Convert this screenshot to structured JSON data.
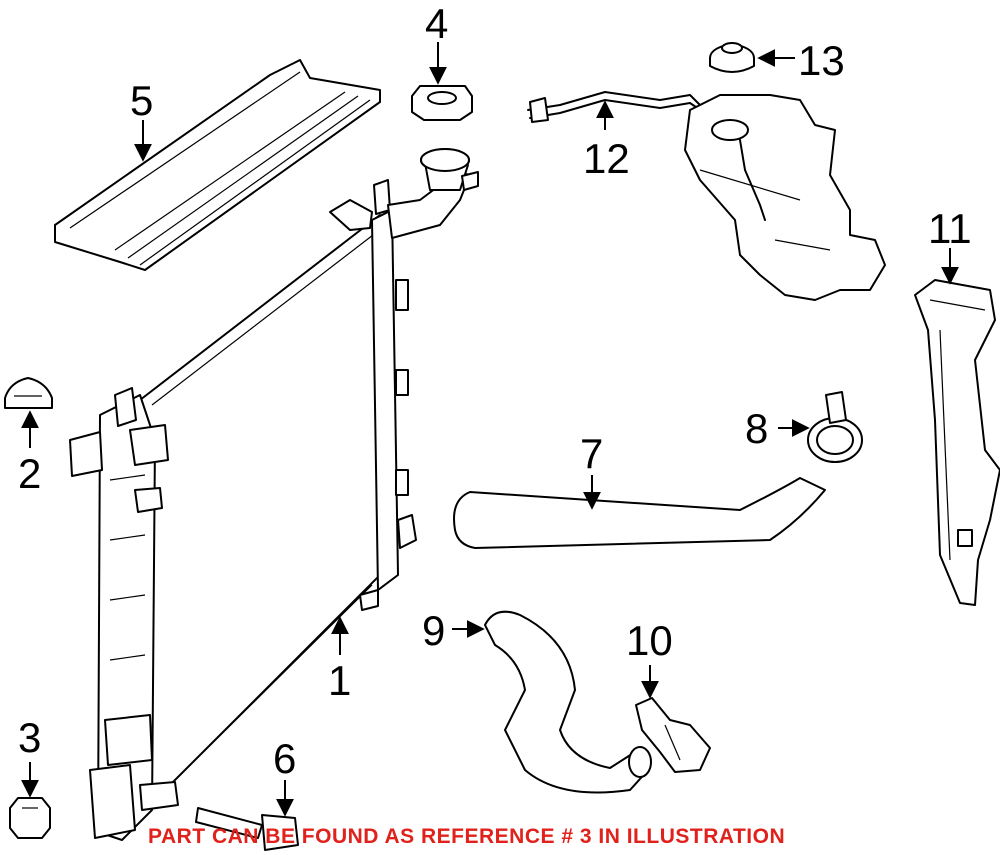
{
  "diagram": {
    "callouts": [
      {
        "id": "1",
        "label": "1"
      },
      {
        "id": "2",
        "label": "2"
      },
      {
        "id": "3",
        "label": "3"
      },
      {
        "id": "4",
        "label": "4"
      },
      {
        "id": "5",
        "label": "5"
      },
      {
        "id": "6",
        "label": "6"
      },
      {
        "id": "7",
        "label": "7"
      },
      {
        "id": "8",
        "label": "8"
      },
      {
        "id": "9",
        "label": "9"
      },
      {
        "id": "10",
        "label": "10"
      },
      {
        "id": "11",
        "label": "11"
      },
      {
        "id": "12",
        "label": "12"
      },
      {
        "id": "13",
        "label": "13"
      }
    ],
    "note": "PART CAN BE FOUND AS REFERENCE # 3 IN ILLUSTRATION",
    "colors": {
      "note": "#e0211c",
      "line": "#000000",
      "background": "#ffffff"
    }
  }
}
